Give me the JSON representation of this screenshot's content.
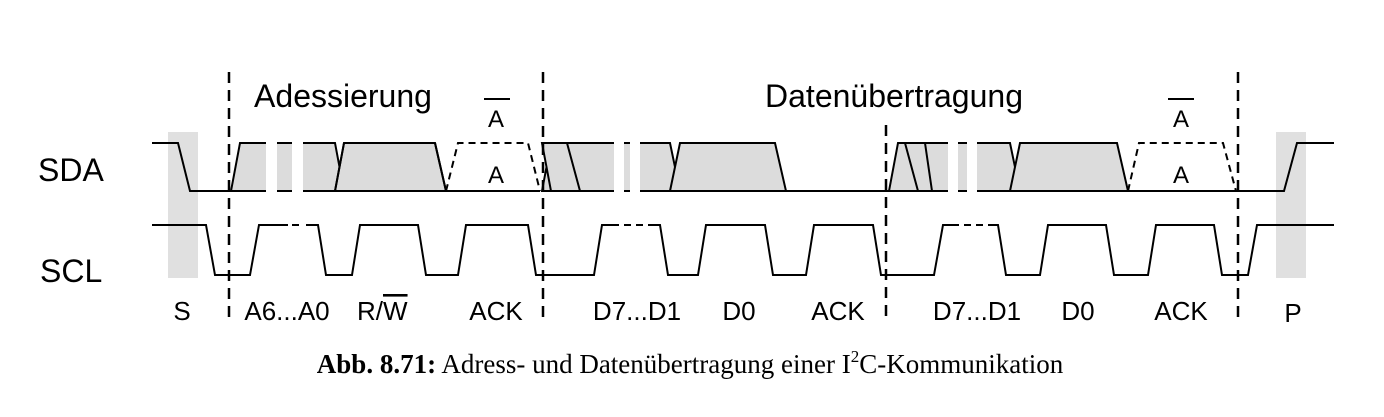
{
  "sections": {
    "address": "Adessierung",
    "data": "Datenübertragung"
  },
  "signals": {
    "sda": "SDA",
    "scl": "SCL"
  },
  "ack_levels": {
    "high_label": "A",
    "low_label": "A"
  },
  "phases": [
    {
      "label": "S",
      "overline": ""
    },
    {
      "label": "A6...A0",
      "overline": ""
    },
    {
      "label": "R/",
      "overline": "W"
    },
    {
      "label": "ACK",
      "overline": ""
    },
    {
      "label": "D7...D1",
      "overline": ""
    },
    {
      "label": "D0",
      "overline": ""
    },
    {
      "label": "ACK",
      "overline": ""
    },
    {
      "label": "D7...D1",
      "overline": ""
    },
    {
      "label": "D0",
      "overline": ""
    },
    {
      "label": "ACK",
      "overline": ""
    },
    {
      "label": "P",
      "overline": ""
    }
  ],
  "caption": {
    "prefix": "Abb. 8.71:",
    "text_before": "Adress- und Datenübertragung einer I",
    "superscript": "2",
    "text_after": "C-Kommunikation"
  }
}
